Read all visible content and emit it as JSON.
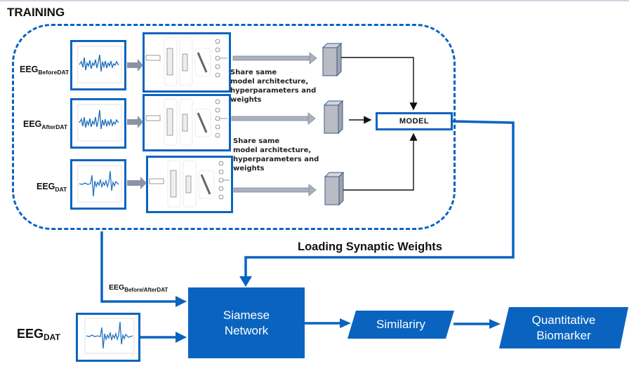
{
  "diagram": {
    "title": "TRAINING",
    "training_inputs": [
      {
        "main": "EEG",
        "sub": "BeforeDAT"
      },
      {
        "main": "EEG",
        "sub": "AfterDAT"
      },
      {
        "main": "EEG",
        "sub": "DAT"
      }
    ],
    "share_notes": [
      [
        "Share same",
        "model architecture,",
        "hyperparameters and",
        "weights"
      ],
      [
        "Share same",
        "model architecture,",
        "hyperparameters and",
        "weights"
      ]
    ],
    "model_label": "MODEL",
    "loading_label": "Loading Synaptic Weights",
    "feed_label": {
      "main": "EEG",
      "sub": "Before/AfterDAT"
    },
    "test_input": {
      "main": "EEG",
      "sub": "DAT"
    },
    "siamese": [
      "Siamese",
      "Network"
    ],
    "similarity": "Similariry",
    "biomarker": [
      "Quantitative",
      "Biomarker"
    ],
    "colors": {
      "accent": "#0a64bf",
      "arrow_gray": "#8a93a6",
      "cube_fill": "#b9bcc2",
      "cube_edge": "#3a5a8c",
      "text": "#111111"
    }
  }
}
